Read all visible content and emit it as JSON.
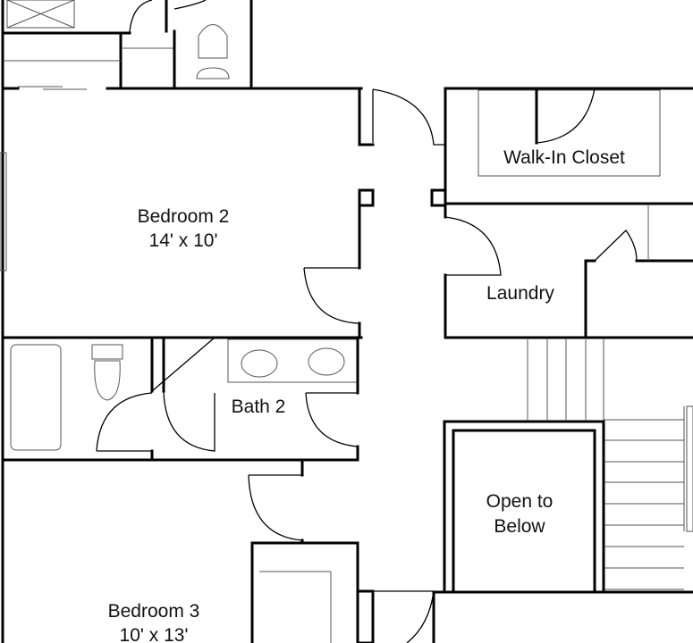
{
  "rooms": {
    "bedroom2": {
      "name": "Bedroom 2",
      "size": "14' x 10'"
    },
    "walk_in_closet": {
      "name": "Walk-In Closet"
    },
    "laundry": {
      "name": "Laundry"
    },
    "bath2": {
      "name": "Bath 2"
    },
    "open_to_below": {
      "line1": "Open to",
      "line2": "Below"
    },
    "bedroom3": {
      "name": "Bedroom 3",
      "size": "10' x 13'"
    }
  }
}
